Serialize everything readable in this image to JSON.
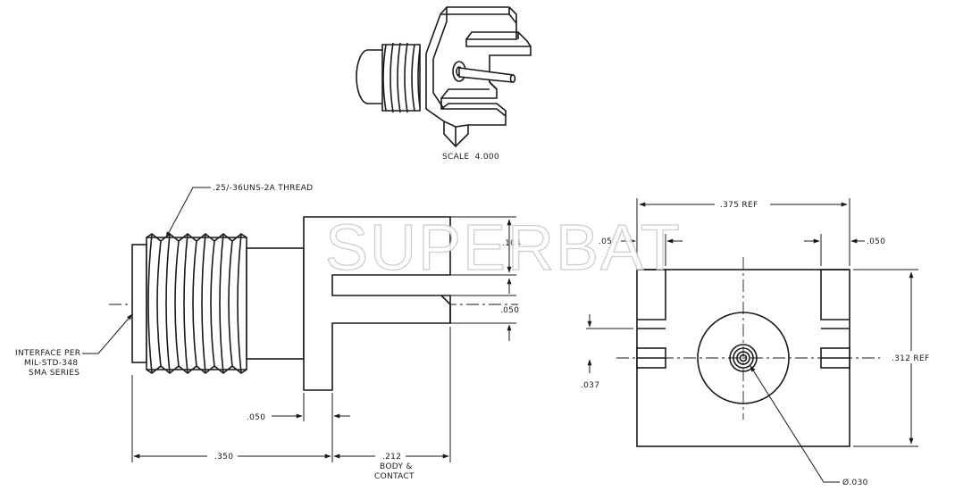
{
  "watermark": "SUPERBAT",
  "iso_view": {
    "scale_label": "SCALE  4.000"
  },
  "side_view": {
    "thread_note": ".25/-36UNS-2A THREAD",
    "interface_note": [
      "INTERFACE PER",
      "MIL-STD-348",
      "SMA SERIES"
    ],
    "dim_104": ".104",
    "dim_050_right": ".050",
    "dim_050_bottom": ".050",
    "dim_350": ".350",
    "dim_212": [
      ".212",
      "BODY &",
      "CONTACT"
    ]
  },
  "end_view": {
    "dim_375_ref": ".375 REF",
    "dim_050_left": ".050",
    "dim_050_right": ".050",
    "dim_312_ref": ".312 REF",
    "dim_037": ".037",
    "dim_diameter": "Ø.030"
  }
}
